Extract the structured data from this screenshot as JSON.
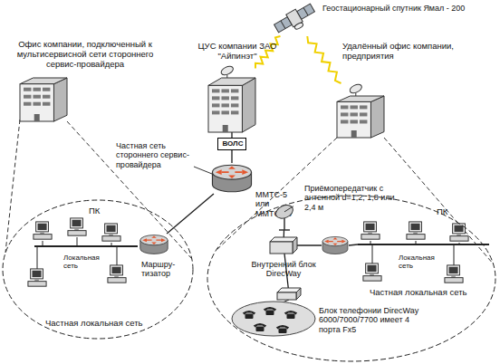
{
  "diagram": {
    "nodes": [
      {
        "text": [
          "Геостационарный спутник Ямал - 200"
        ]
      },
      {
        "text": [
          "Офис компании, подключенный к мультисервисной сети стороннего сервис-провайдера"
        ]
      },
      {
        "text": [
          "ЦУС компании ЗАО \"Айпинэт\""
        ]
      },
      {
        "text": [
          "Удалённый офис компании, предприятия"
        ]
      },
      {
        "text": [
          "ВОЛС"
        ]
      },
      {
        "text": [
          "ММТС-5 или ММТС-10"
        ]
      },
      {
        "text": [
          "Частная локальная сеть"
        ]
      },
      {
        "text": [
          "Маршру- тизатор"
        ],
        "in": 6
      },
      {
        "text": [
          "Частная локальная сеть"
        ]
      },
      {
        "text": [
          "Приёмопередатчик с антенной d=1,2, 1,8 или 2,4 м"
        ],
        "in": 8
      },
      {
        "text": [
          "Внутренний блок DirecWay"
        ],
        "in": 8
      },
      {
        "text": [
          "Блок телефонии DirecWay 6000/7000/7700 имеет 4 порта Fx5"
        ],
        "in": 8
      }
    ],
    "edges": [
      {
        "from": 0,
        "to": 2,
        "arrow": "none"
      },
      {
        "from": 0,
        "to": 3,
        "arrow": "none"
      },
      {
        "from": 2,
        "to": 4,
        "arrow": "none"
      },
      {
        "from": 4,
        "to": 5,
        "arrow": "none"
      },
      {
        "from": 5,
        "to": 7,
        "arrow": "none"
      },
      {
        "from": 9,
        "to": 10,
        "arrow": "none"
      },
      {
        "from": 10,
        "to": 11,
        "arrow": "none"
      }
    ],
    "labels": [
      "Частная сеть стороннего сервис-провайдера",
      "ПК",
      "Локальная сеть",
      "ПК",
      "Локальная сеть"
    ]
  }
}
